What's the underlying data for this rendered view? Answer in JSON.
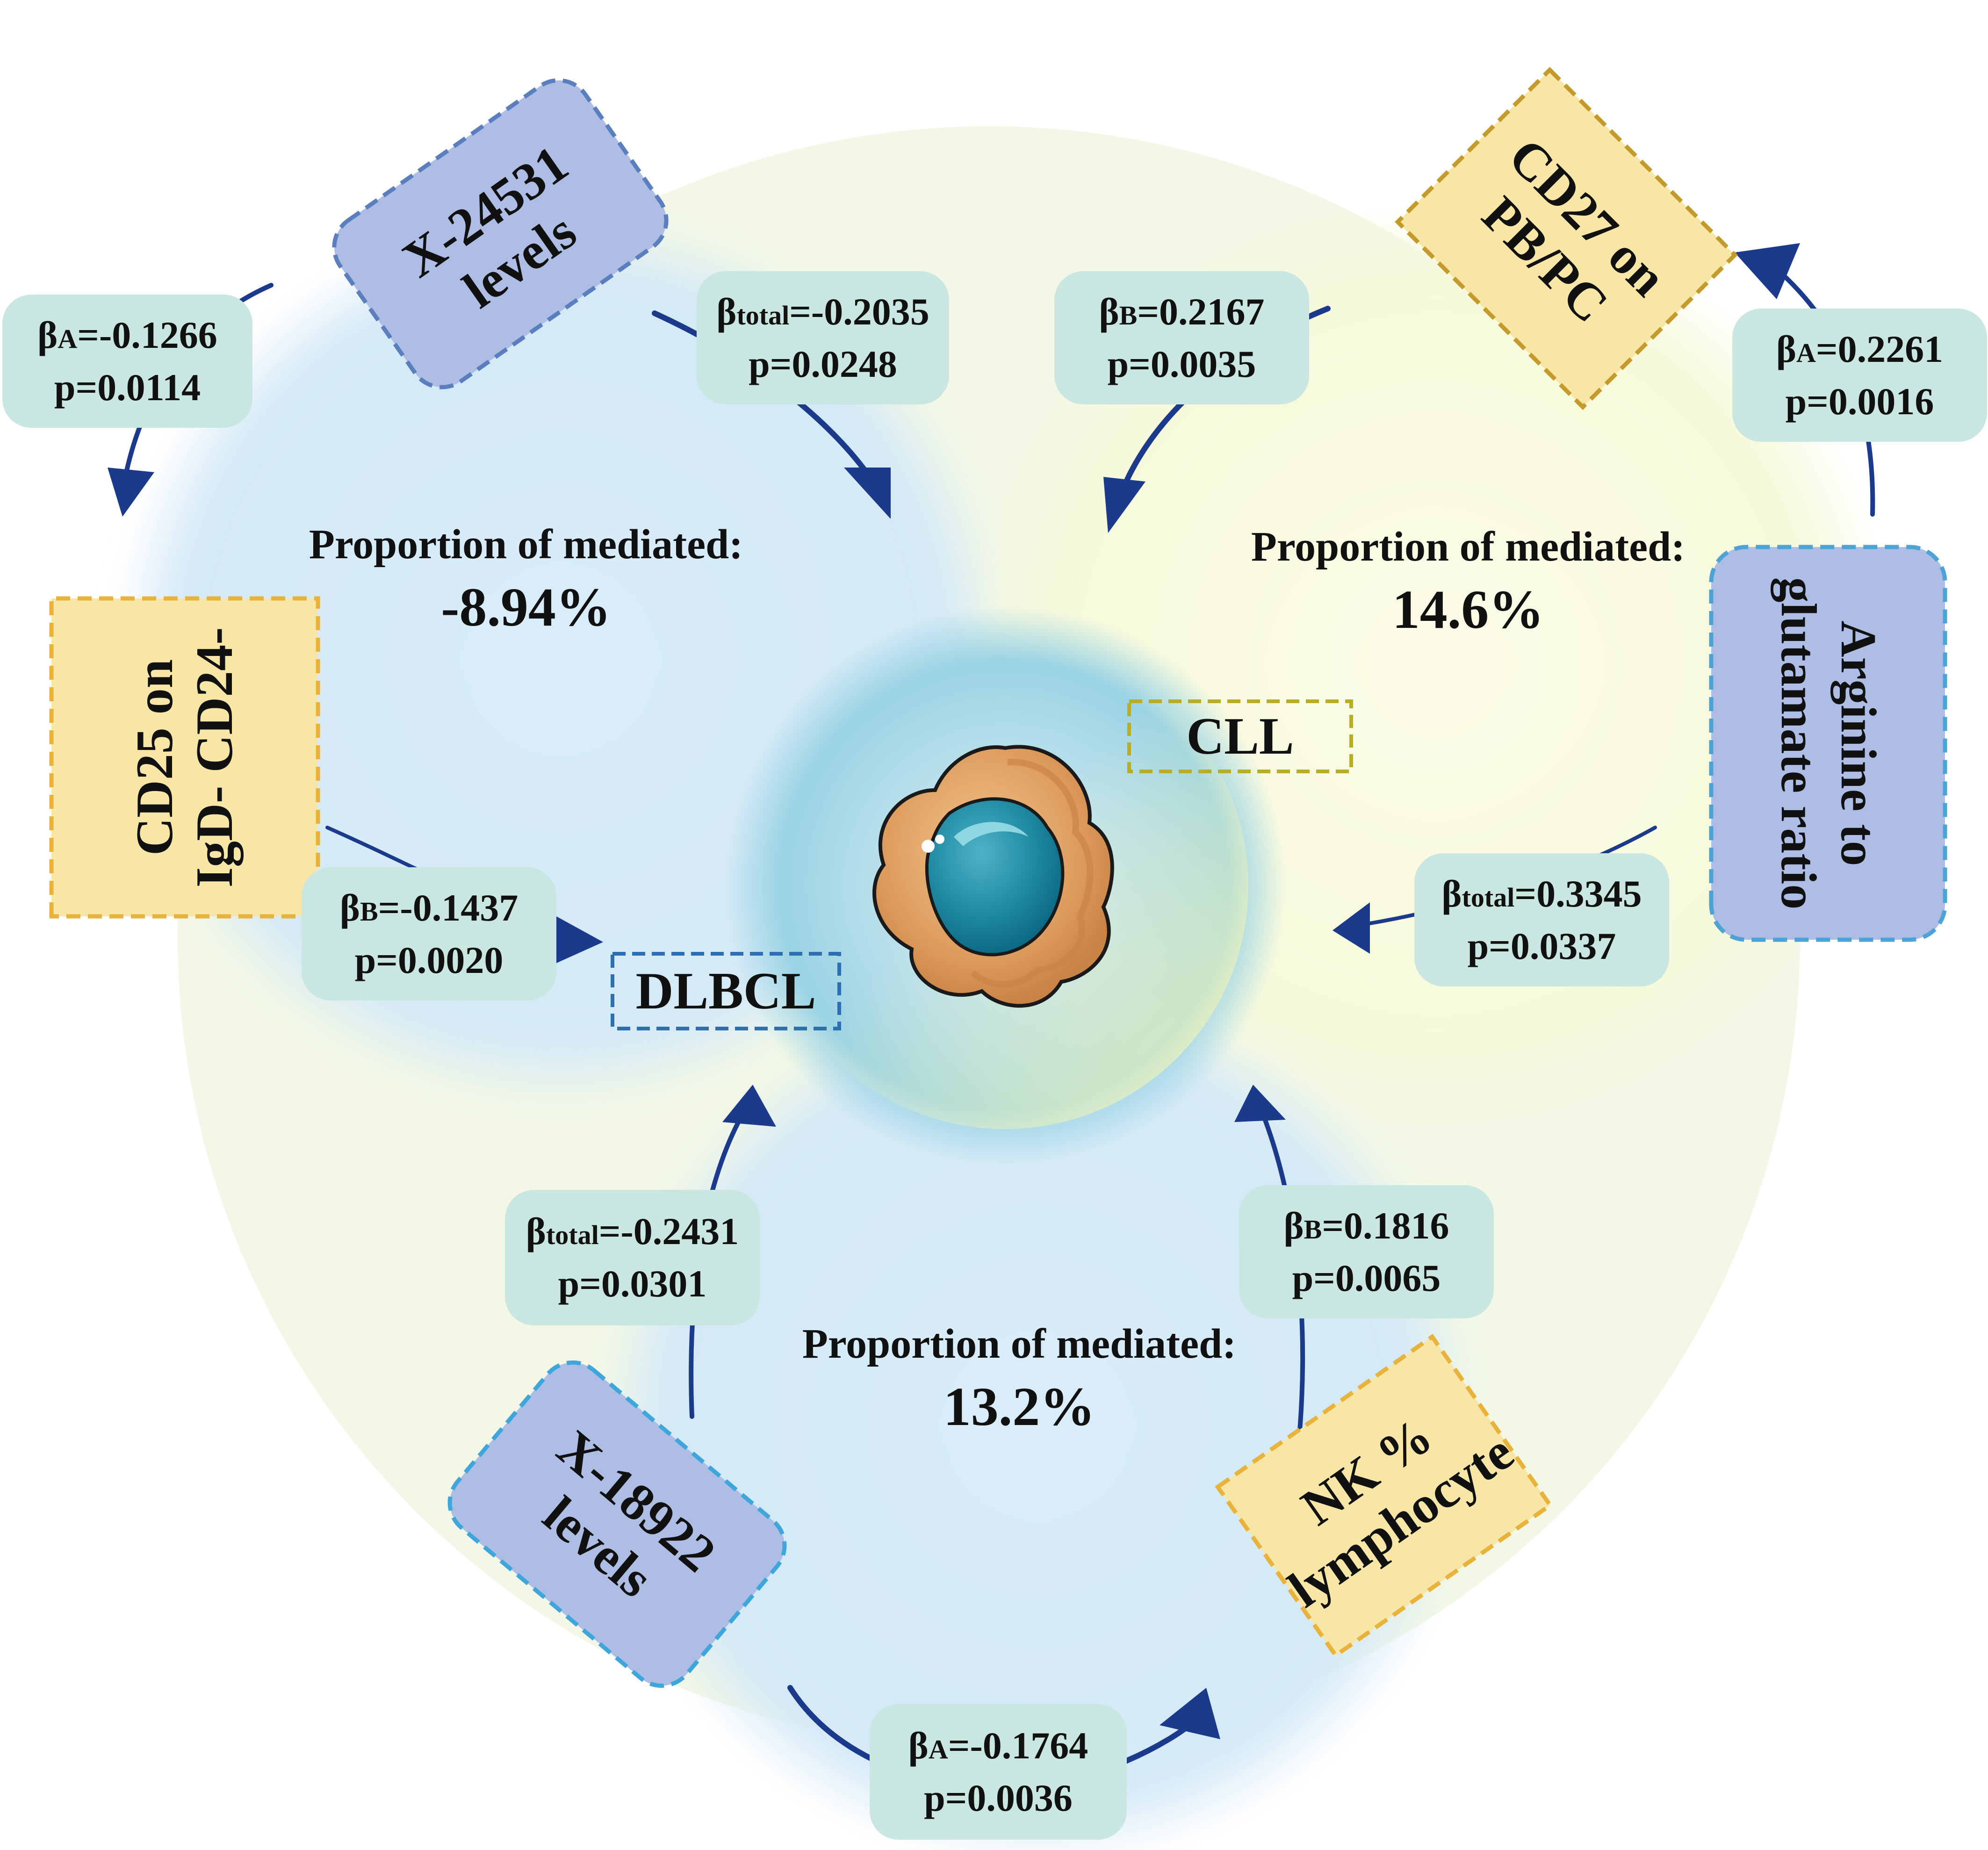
{
  "nodes": {
    "x24531": "X-24531 levels",
    "cd25": [
      "CD25 on",
      "IgD- CD24-"
    ],
    "cd27": [
      "CD27 on",
      "PB/PC"
    ],
    "arginine": [
      "Arginine to",
      "glutamate ratio"
    ],
    "x18922": "X-18922 levels",
    "nk": [
      "NK %",
      "lymphocyte"
    ]
  },
  "outcomes": {
    "dlbcl": "DLBCL",
    "cll": "CLL"
  },
  "symbols": {
    "beta": "β",
    "sub_a": "A",
    "sub_b": "B",
    "sub_total": "total"
  },
  "stats": {
    "tl_a": {
      "value": "=-0.1266",
      "p": "p=0.0114"
    },
    "tl_total": {
      "value": "=-0.2035",
      "p": "p=0.0248"
    },
    "tl_b": {
      "value": "=-0.1437",
      "p": "p=0.0020"
    },
    "tr_b": {
      "value": "=0.2167",
      "p": "p=0.0035"
    },
    "tr_a": {
      "value": "=0.2261",
      "p": "p=0.0016"
    },
    "tr_total": {
      "value": "=0.3345",
      "p": "p=0.0337"
    },
    "bl_total": {
      "value": "=-0.2431",
      "p": "p=0.0301"
    },
    "br_b": {
      "value": "=0.1816",
      "p": "p=0.0065"
    },
    "b_a": {
      "value": "=-0.1764",
      "p": "p=0.0036"
    }
  },
  "proportions": {
    "label": "Proportion  of mediated:",
    "tl": "-8.94%",
    "tr": "14.6%",
    "b": "13.2%"
  },
  "colors": {
    "outer_circle": "#f3f8e6",
    "blue_zone": "#d4e9f7",
    "yellow_zone": "#f8f9df",
    "purple_box": "#adbde3",
    "yellow_box": "#f7e6a6",
    "stat_box": "#c9e6e0",
    "arrow": "#1b3a8c",
    "dlbcl_border": "#2d6fb0",
    "cll_border": "#b6ad2a"
  }
}
